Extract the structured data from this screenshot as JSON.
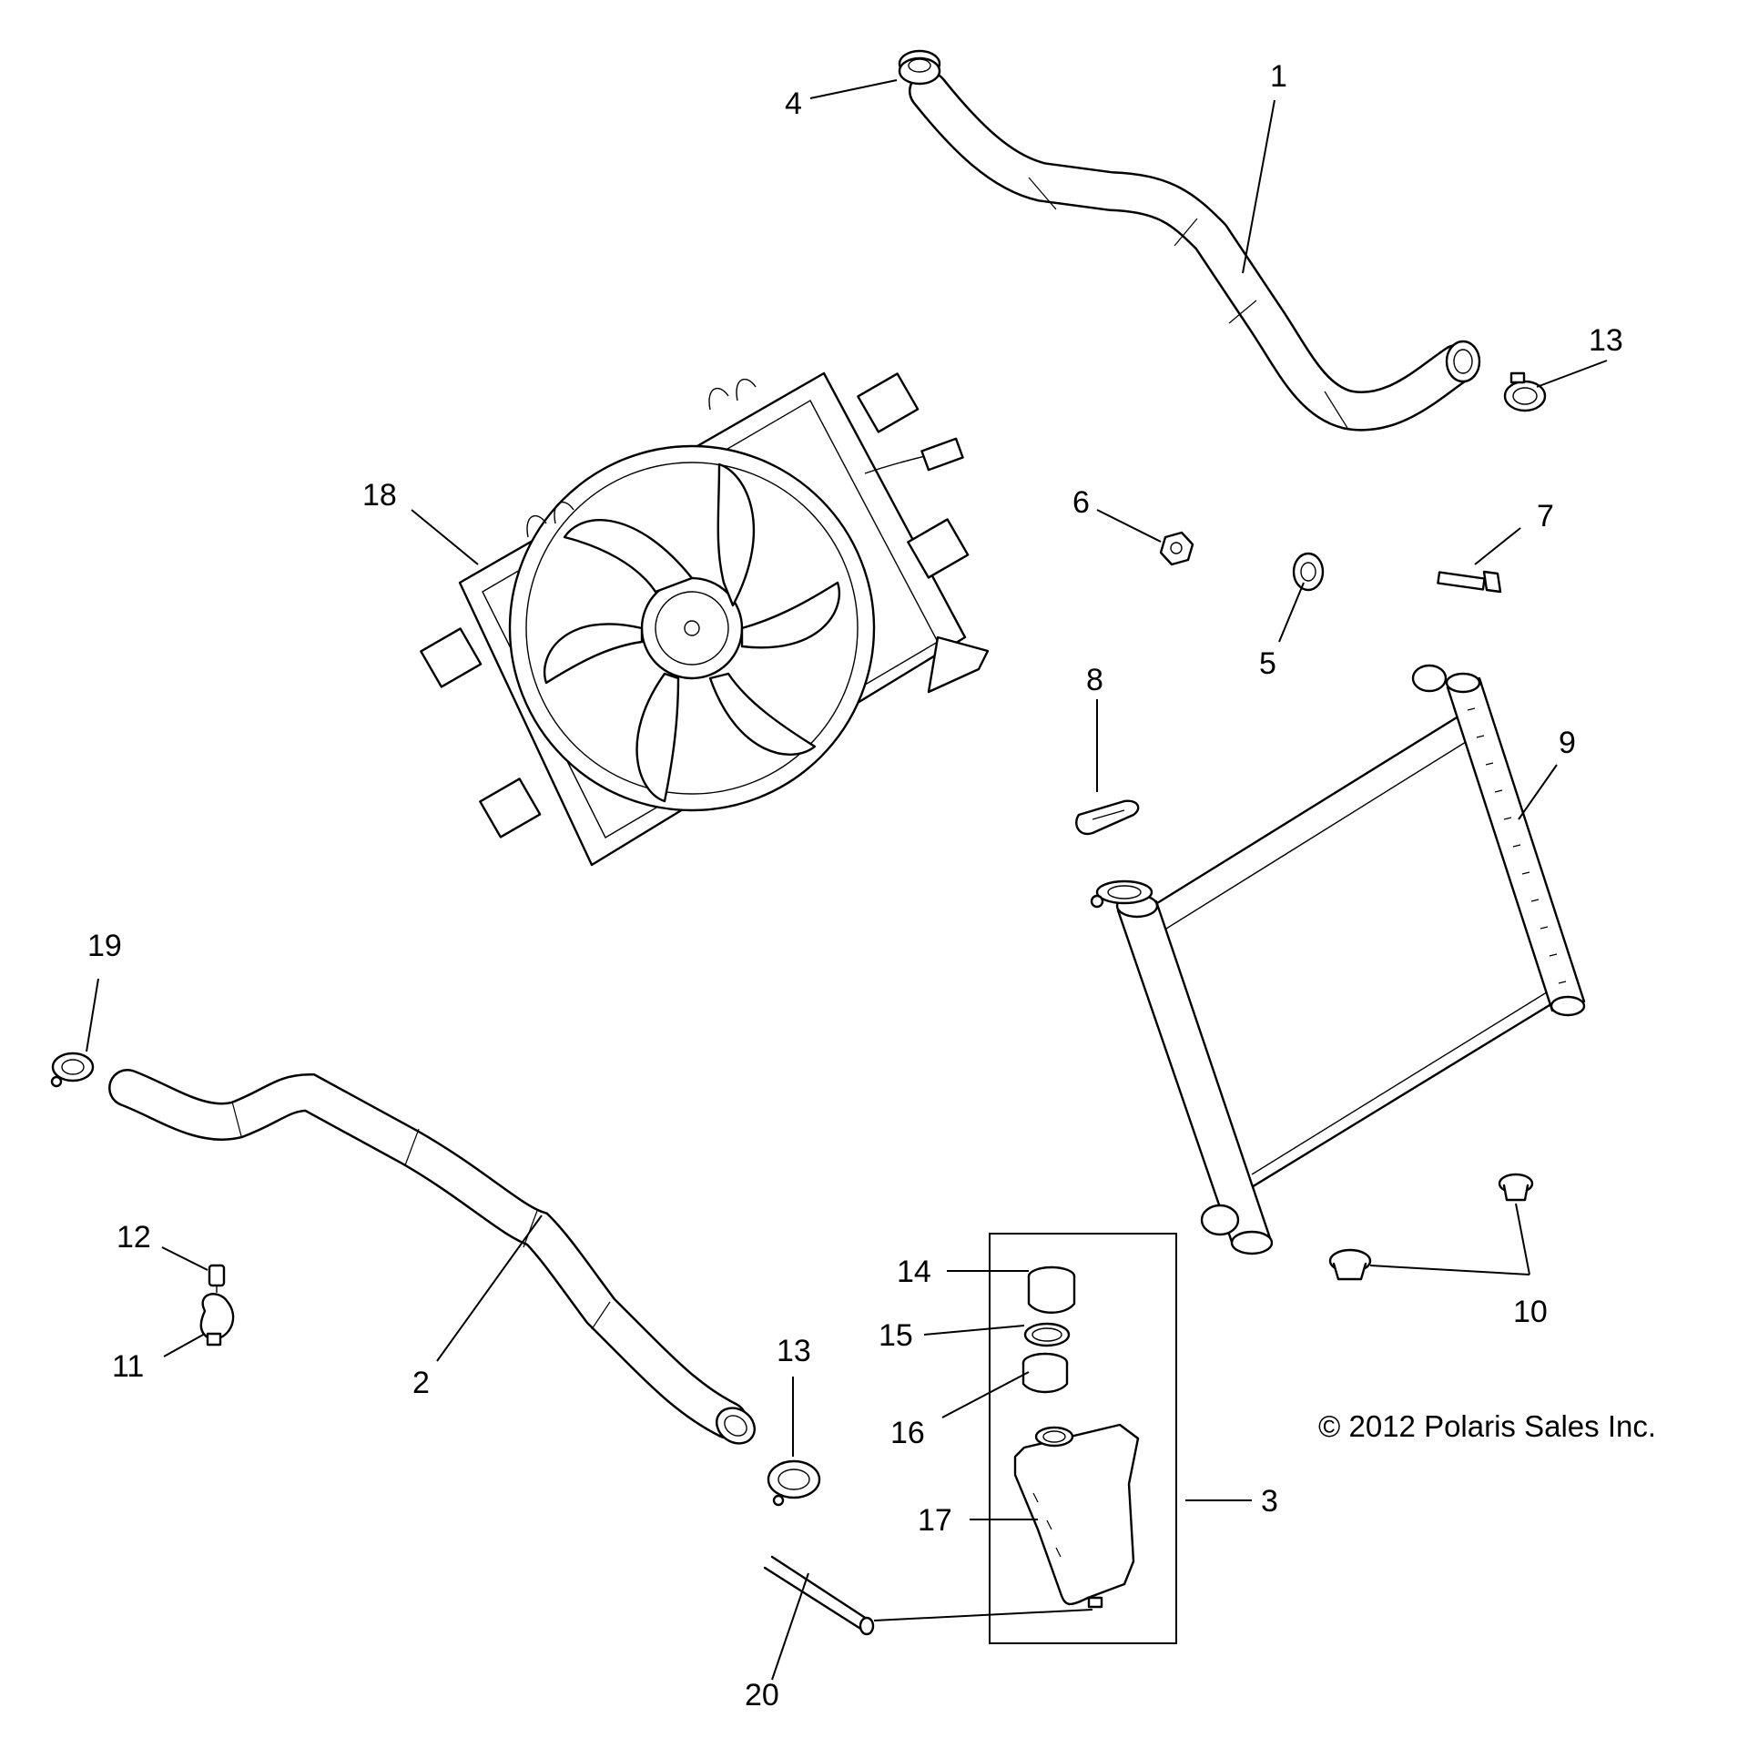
{
  "diagram": {
    "copyright": "© 2012 Polaris Sales Inc.",
    "callouts": {
      "c1": "1",
      "c2": "2",
      "c3": "3",
      "c4": "4",
      "c5": "5",
      "c6": "6",
      "c7": "7",
      "c8": "8",
      "c9": "9",
      "c10": "10",
      "c11": "11",
      "c12": "12",
      "c13a": "13",
      "c13b": "13",
      "c14": "14",
      "c15": "15",
      "c16": "16",
      "c17": "17",
      "c18": "18",
      "c19": "19",
      "c20": "20"
    }
  }
}
